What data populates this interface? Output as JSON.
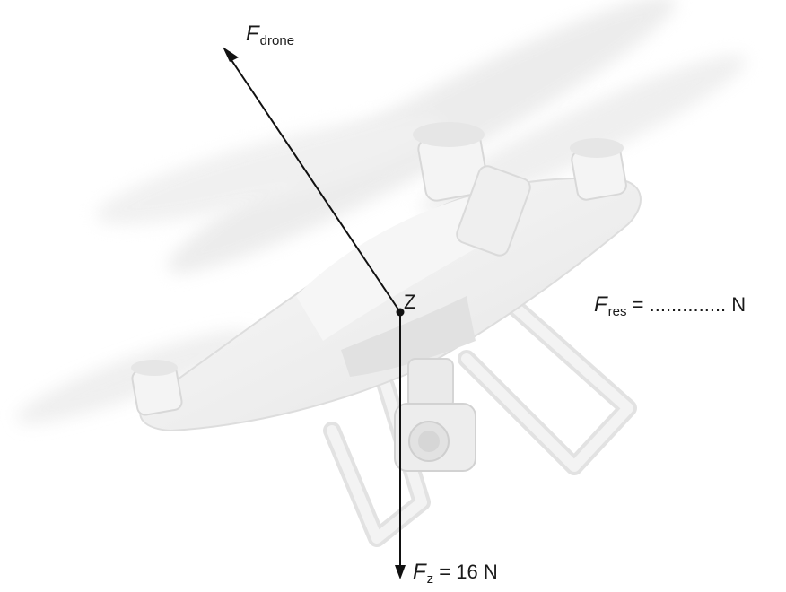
{
  "diagram": {
    "point_label": "Z",
    "forces": {
      "drone": {
        "symbol": "F",
        "subscript": "drone",
        "value_text": ""
      },
      "gravity": {
        "symbol": "F",
        "subscript": "z",
        "value_text": "= 16 N"
      },
      "resultant": {
        "symbol": "F",
        "subscript": "res",
        "value_text": "= .............. N"
      }
    }
  },
  "colors": {
    "arrow": "#111111",
    "drone_body": "#f1f1f1",
    "drone_shade": "#dcdcdc",
    "propeller_blur": "#e6e6e6"
  },
  "icons": [
    "drone-illustration",
    "arrow-head"
  ]
}
